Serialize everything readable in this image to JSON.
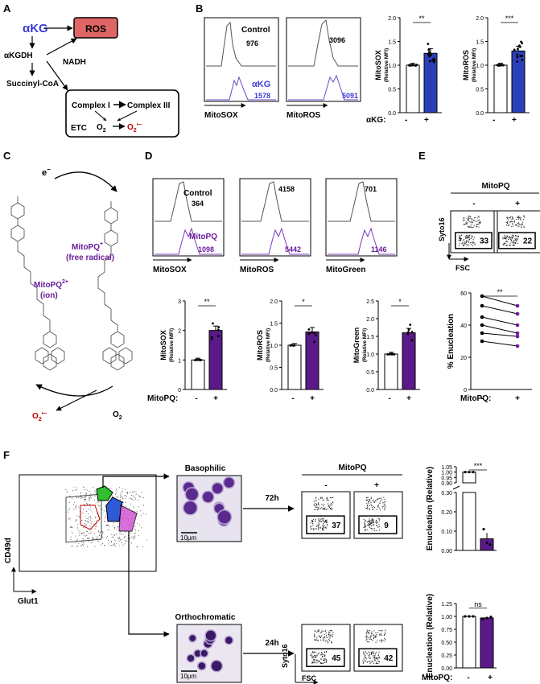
{
  "panels": {
    "A": {
      "letter": "A",
      "akg": "αKG",
      "ros": "ROS",
      "akgdh": "αKGDH",
      "nadh": "NADH",
      "succinyl": "Succinyl-CoA",
      "complex1": "Complex I",
      "complex3": "Complex III",
      "etc": "ETC",
      "o2": "O",
      "o2_sub": "2",
      "superoxide": "O",
      "superoxide_sub": "2",
      "superoxide_sup": "•−"
    },
    "B": {
      "letter": "B",
      "hist": [
        {
          "control_label": "Control",
          "control_value": "976",
          "treat_label": "αKG",
          "treat_value": "1578",
          "xlabel": "MitoSOX"
        },
        {
          "control_value": "3096",
          "treat_value": "5091",
          "xlabel": "MitoROS"
        }
      ],
      "bars": [
        {
          "ylabel": "MitoSOX",
          "ylabel2": "(Relative MFI)",
          "sig": "**",
          "ticks": [
            "0.0",
            "0.5",
            "1.0",
            "1.5",
            "2.0"
          ]
        },
        {
          "ylabel": "MitoROS",
          "ylabel2": "(Relative MFI)",
          "sig": "***",
          "ticks": [
            "0.0",
            "0.5",
            "1.0",
            "1.5",
            "2.0"
          ]
        }
      ],
      "xaxis_label": "αKG:",
      "minus": "-",
      "plus": "+"
    },
    "C": {
      "letter": "C",
      "electron": "e",
      "electron_sup": "−",
      "radical_label": "MitoPQ",
      "radical_sup": "+",
      "radical_paren": "(free radical)",
      "ion_label": "MitoPQ",
      "ion_sup": "2+",
      "ion_paren": "(ion)",
      "superoxide": "O",
      "superoxide_sub": "2",
      "superoxide_sup": "•−",
      "o2": "O",
      "o2_sub": "2"
    },
    "D": {
      "letter": "D",
      "hist": [
        {
          "control_label": "Control",
          "control_value": "364",
          "treat_label": "MitoPQ",
          "treat_value": "1098",
          "xlabel": "MitoSOX"
        },
        {
          "control_value": "4158",
          "treat_value": "5442",
          "xlabel": "MitoROS"
        },
        {
          "control_value": "701",
          "treat_value": "1146",
          "xlabel": "MitoGreen"
        }
      ],
      "bars": [
        {
          "ylabel": "MitoSOX",
          "ylabel2": "(Relative MFI)",
          "sig": "**",
          "ticks": [
            "0",
            "1",
            "2",
            "3"
          ]
        },
        {
          "ylabel": "MitoROS",
          "ylabel2": "(Relative MFI)",
          "sig": "*",
          "ticks": [
            "0.0",
            "0.5",
            "1.0",
            "1.5",
            "2.0"
          ]
        },
        {
          "ylabel": "MitoGreen",
          "ylabel2": "(Relative MFI)",
          "sig": "*",
          "ticks": [
            "0.0",
            "0.5",
            "1.0",
            "1.5",
            "2.0",
            "2.5"
          ]
        }
      ],
      "xaxis_label": "MitoPQ:",
      "minus": "-",
      "plus": "+"
    },
    "E": {
      "letter": "E",
      "title": "MitoPQ",
      "minus": "-",
      "plus": "+",
      "gate_values": [
        "33",
        "22"
      ],
      "syto": "Syto16",
      "fsc": "FSC",
      "ylabel": "% Enucleation",
      "sig": "**",
      "ticks": [
        "0",
        "20",
        "40",
        "60"
      ],
      "xaxis_label": "MitoPQ:"
    },
    "F": {
      "letter": "F",
      "cd49d": "CD49d",
      "glut1": "Glut1",
      "basophilic": "Basophilic",
      "orthochromatic": "Orthochromatic",
      "scale": "10µm",
      "time1": "72h",
      "time2": "24h",
      "mitopq": "MitoPQ",
      "minus": "-",
      "plus": "+",
      "gates_top": [
        "37",
        "9"
      ],
      "gates_bottom": [
        "45",
        "42"
      ],
      "syto": "Syto16",
      "fsc": "FSC",
      "ylabel": "Enucleation (Relative)",
      "sig_top": "***",
      "sig_bottom": "ns",
      "ticks_top_hi": [
        "0.90",
        "0.95",
        "1.00",
        "1.05"
      ],
      "ticks_top_lo": [
        "0.00",
        "0.10",
        "0.20",
        "0.30"
      ],
      "ticks_bottom": [
        "0.00",
        "0.25",
        "0.50",
        "0.75",
        "1.00",
        "1.25"
      ],
      "xaxis_label": "MitoPQ:"
    }
  },
  "chart_data": [
    {
      "type": "bar",
      "panel": "B-MitoSOX",
      "categories": [
        "-",
        "+"
      ],
      "values": [
        1.0,
        1.25
      ],
      "ylabel": "MitoSOX (Relative MFI)",
      "ylim": [
        0,
        2
      ]
    },
    {
      "type": "bar",
      "panel": "B-MitoROS",
      "categories": [
        "-",
        "+"
      ],
      "values": [
        1.0,
        1.3
      ],
      "ylabel": "MitoROS (Relative MFI)",
      "ylim": [
        0,
        2
      ]
    },
    {
      "type": "bar",
      "panel": "D-MitoSOX",
      "categories": [
        "-",
        "+"
      ],
      "values": [
        1.0,
        2.0
      ],
      "ylabel": "MitoSOX (Relative MFI)",
      "ylim": [
        0,
        3
      ]
    },
    {
      "type": "bar",
      "panel": "D-MitoROS",
      "categories": [
        "-",
        "+"
      ],
      "values": [
        1.0,
        1.3
      ],
      "ylabel": "MitoROS (Relative MFI)",
      "ylim": [
        0,
        2
      ]
    },
    {
      "type": "bar",
      "panel": "D-MitoGreen",
      "categories": [
        "-",
        "+"
      ],
      "values": [
        1.0,
        1.6
      ],
      "ylabel": "MitoGreen (Relative MFI)",
      "ylim": [
        0,
        2.5
      ]
    },
    {
      "type": "line",
      "panel": "E",
      "categories": [
        "-",
        "+"
      ],
      "series": [
        {
          "values": [
            58,
            52
          ]
        },
        {
          "values": [
            52,
            47
          ]
        },
        {
          "values": [
            45,
            40
          ]
        },
        {
          "values": [
            40,
            35
          ]
        },
        {
          "values": [
            35,
            33
          ]
        },
        {
          "values": [
            30,
            27
          ]
        }
      ],
      "ylabel": "% Enucleation",
      "ylim": [
        0,
        60
      ]
    },
    {
      "type": "bar",
      "panel": "F-top",
      "categories": [
        "-",
        "+"
      ],
      "values": [
        1.0,
        0.06
      ],
      "ylabel": "Enucleation (Relative)"
    },
    {
      "type": "bar",
      "panel": "F-bottom",
      "categories": [
        "-",
        "+"
      ],
      "values": [
        1.0,
        0.97
      ],
      "ylabel": "Enucleation (Relative)",
      "ylim": [
        0,
        1.25
      ]
    }
  ]
}
